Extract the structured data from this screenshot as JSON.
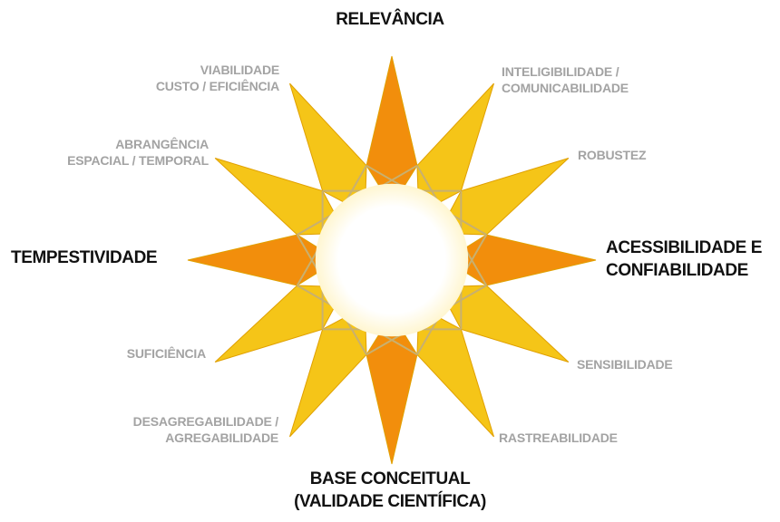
{
  "colors": {
    "star_fill": "#f5c518",
    "star_stroke": "#e0a000",
    "primary_point": "#f28e0c",
    "primary_text": "#111111",
    "secondary_text": "#a3a3a3",
    "core_line": "#c8b070"
  },
  "labels": {
    "relevancia": {
      "lines": [
        "RELEVÂNCIA"
      ]
    },
    "inteligibilidade": {
      "lines": [
        "INTELIGIBILIDADE /",
        "COMUNICABILIDADE"
      ]
    },
    "robustez": {
      "lines": [
        "ROBUSTEZ"
      ]
    },
    "acessibilidade": {
      "lines": [
        "ACESSIBILIDADE E",
        "CONFIABILIDADE"
      ]
    },
    "sensibilidade": {
      "lines": [
        "SENSIBILIDADE"
      ]
    },
    "rastreabilidade": {
      "lines": [
        "RASTREABILIDADE"
      ]
    },
    "base_conceitual": {
      "lines": [
        "BASE CONCEITUAL",
        "(VALIDADE CIENTÍFICA)"
      ]
    },
    "desagregabilidade": {
      "lines": [
        "DESAGREGABILIDADE /",
        "AGREGABILIDADE"
      ]
    },
    "suficiencia": {
      "lines": [
        "SUFICIÊNCIA"
      ]
    },
    "tempestividade": {
      "lines": [
        "TEMPESTIVIDADE"
      ]
    },
    "abrangencia": {
      "lines": [
        "ABRANGÊNCIA",
        "ESPACIAL / TEMPORAL"
      ]
    },
    "viabilidade": {
      "lines": [
        "VIABILIDADE",
        "CUSTO / EFICIÊNCIA"
      ]
    }
  }
}
